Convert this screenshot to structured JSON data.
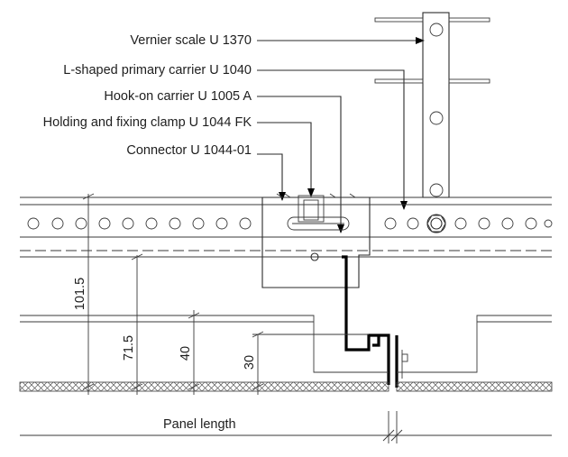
{
  "labels": {
    "vernier": "Vernier scale U 1370",
    "primary_carrier": "L-shaped primary carrier U 1040",
    "hook_carrier": "Hook-on carrier U 1005 A",
    "clamp": "Holding and fixing clamp U 1044 FK",
    "connector": "Connector U 1044-01"
  },
  "dimensions": {
    "d1": "101.5",
    "d2": "71.5",
    "d3": "40",
    "d4": "30"
  },
  "panel_length": "Panel length",
  "colors": {
    "line": "#2a2a2a",
    "text": "#1e1e1e",
    "hatch": "#5a5a5a"
  }
}
